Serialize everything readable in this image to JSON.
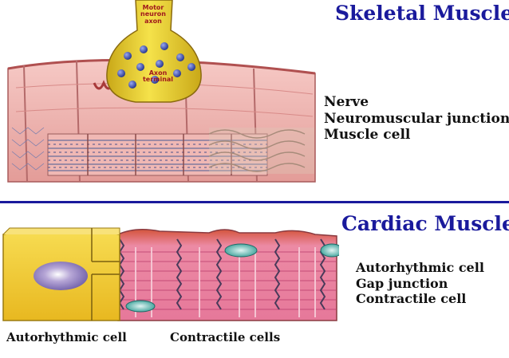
{
  "skeletal": {
    "title": "Skeletal Muscle",
    "neuron_label": [
      "Motor",
      "neuron",
      "axon"
    ],
    "terminal_label": [
      "Axon",
      "terminal"
    ],
    "legend": [
      "Nerve",
      "Neuromuscular junction",
      "Muscle cell"
    ]
  },
  "cardiac": {
    "title": "Cardiac Muscle",
    "legend": [
      "Autorhythmic cell",
      "Gap junction",
      "Contractile cell"
    ],
    "caption_left": "Autorhythmic cell",
    "caption_right": "Contractile cells"
  },
  "colors": {
    "title": "#1a1a9c",
    "muscle": "#e9a9a4",
    "neuron": "#e8cf2a",
    "vesicle": "#3b4fa8",
    "autorhythmic": "#f3cf36",
    "contractile": "#e77f9a"
  }
}
